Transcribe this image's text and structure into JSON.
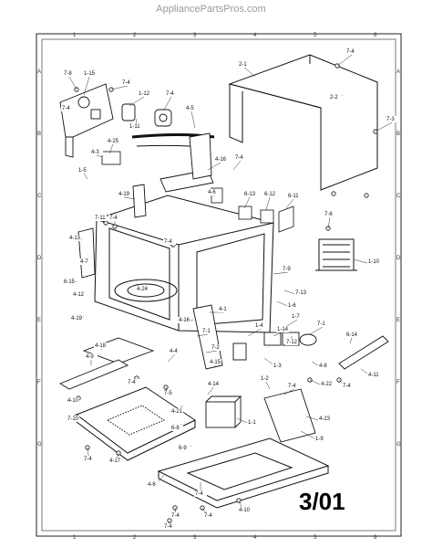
{
  "watermark": "AppliancePartsPros.com",
  "revision": "3/01",
  "grid": {
    "columns": [
      "1",
      "2",
      "3",
      "4",
      "5",
      "6"
    ],
    "rows": [
      "A",
      "B",
      "C",
      "D",
      "E",
      "F",
      "G"
    ]
  },
  "callouts": [
    "7-8",
    "1-15",
    "7-4",
    "7-4",
    "1-12",
    "7-4",
    "2-1",
    "7-4",
    "2-2",
    "1-11",
    "4-5",
    "7-3",
    "4-25",
    "4-3",
    "4-16",
    "7-4",
    "1-5",
    "4-6",
    "6-13",
    "6-12",
    "6-11",
    "4-19",
    "7-11",
    "7-6",
    "4-13",
    "7-4",
    "7-4",
    "4-7",
    "1-10",
    "7-9",
    "6-15",
    "4-24",
    "4-12",
    "7-13",
    "1-6",
    "4-19",
    "4-1",
    "4-16",
    "1-7",
    "4-18",
    "7-1",
    "7-2",
    "1-4",
    "1-14",
    "7-1",
    "6-14",
    "4-4",
    "7-12",
    "4-15",
    "4-9",
    "1-3",
    "4-8",
    "7-4",
    "4-11",
    "7-4",
    "7-5",
    "4-22",
    "7-4",
    "4-21",
    "4-14",
    "1-2",
    "4-10",
    "4-23",
    "7-10",
    "1-1",
    "6-8",
    "1-9",
    "7-4",
    "6-9",
    "4-17",
    "4-6",
    "7-4",
    "4-10",
    "7-4",
    "7-4",
    "7-4"
  ]
}
